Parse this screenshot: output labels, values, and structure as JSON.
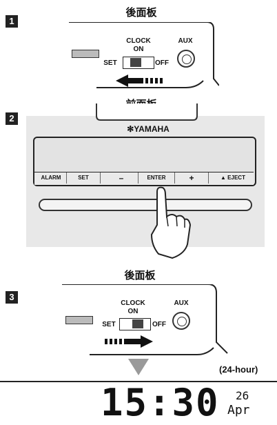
{
  "steps": [
    {
      "number": "1",
      "caption": "後面板",
      "switch": {
        "top_label": "CLOCK",
        "on_label": "ON",
        "left_label": "SET",
        "right_label": "OFF"
      },
      "jack_label": "AUX",
      "arrow_direction": "left"
    },
    {
      "number": "2",
      "caption": "前面板",
      "brand": "YAMAHA",
      "buttons": [
        "ALARM",
        "SET",
        "–",
        "ENTER",
        "+",
        "▲ EJECT"
      ]
    },
    {
      "number": "3",
      "caption": "後面板",
      "switch": {
        "top_label": "CLOCK",
        "on_label": "ON",
        "left_label": "SET",
        "right_label": "OFF"
      },
      "jack_label": "AUX",
      "arrow_direction": "right"
    }
  ],
  "display": {
    "mode_label": "(24-hour)",
    "time": "15:30",
    "day": "26",
    "month": "Apr"
  },
  "colors": {
    "panel": "#e8e8e8",
    "dark": "#222222",
    "indicator": "#9a9a9a"
  }
}
